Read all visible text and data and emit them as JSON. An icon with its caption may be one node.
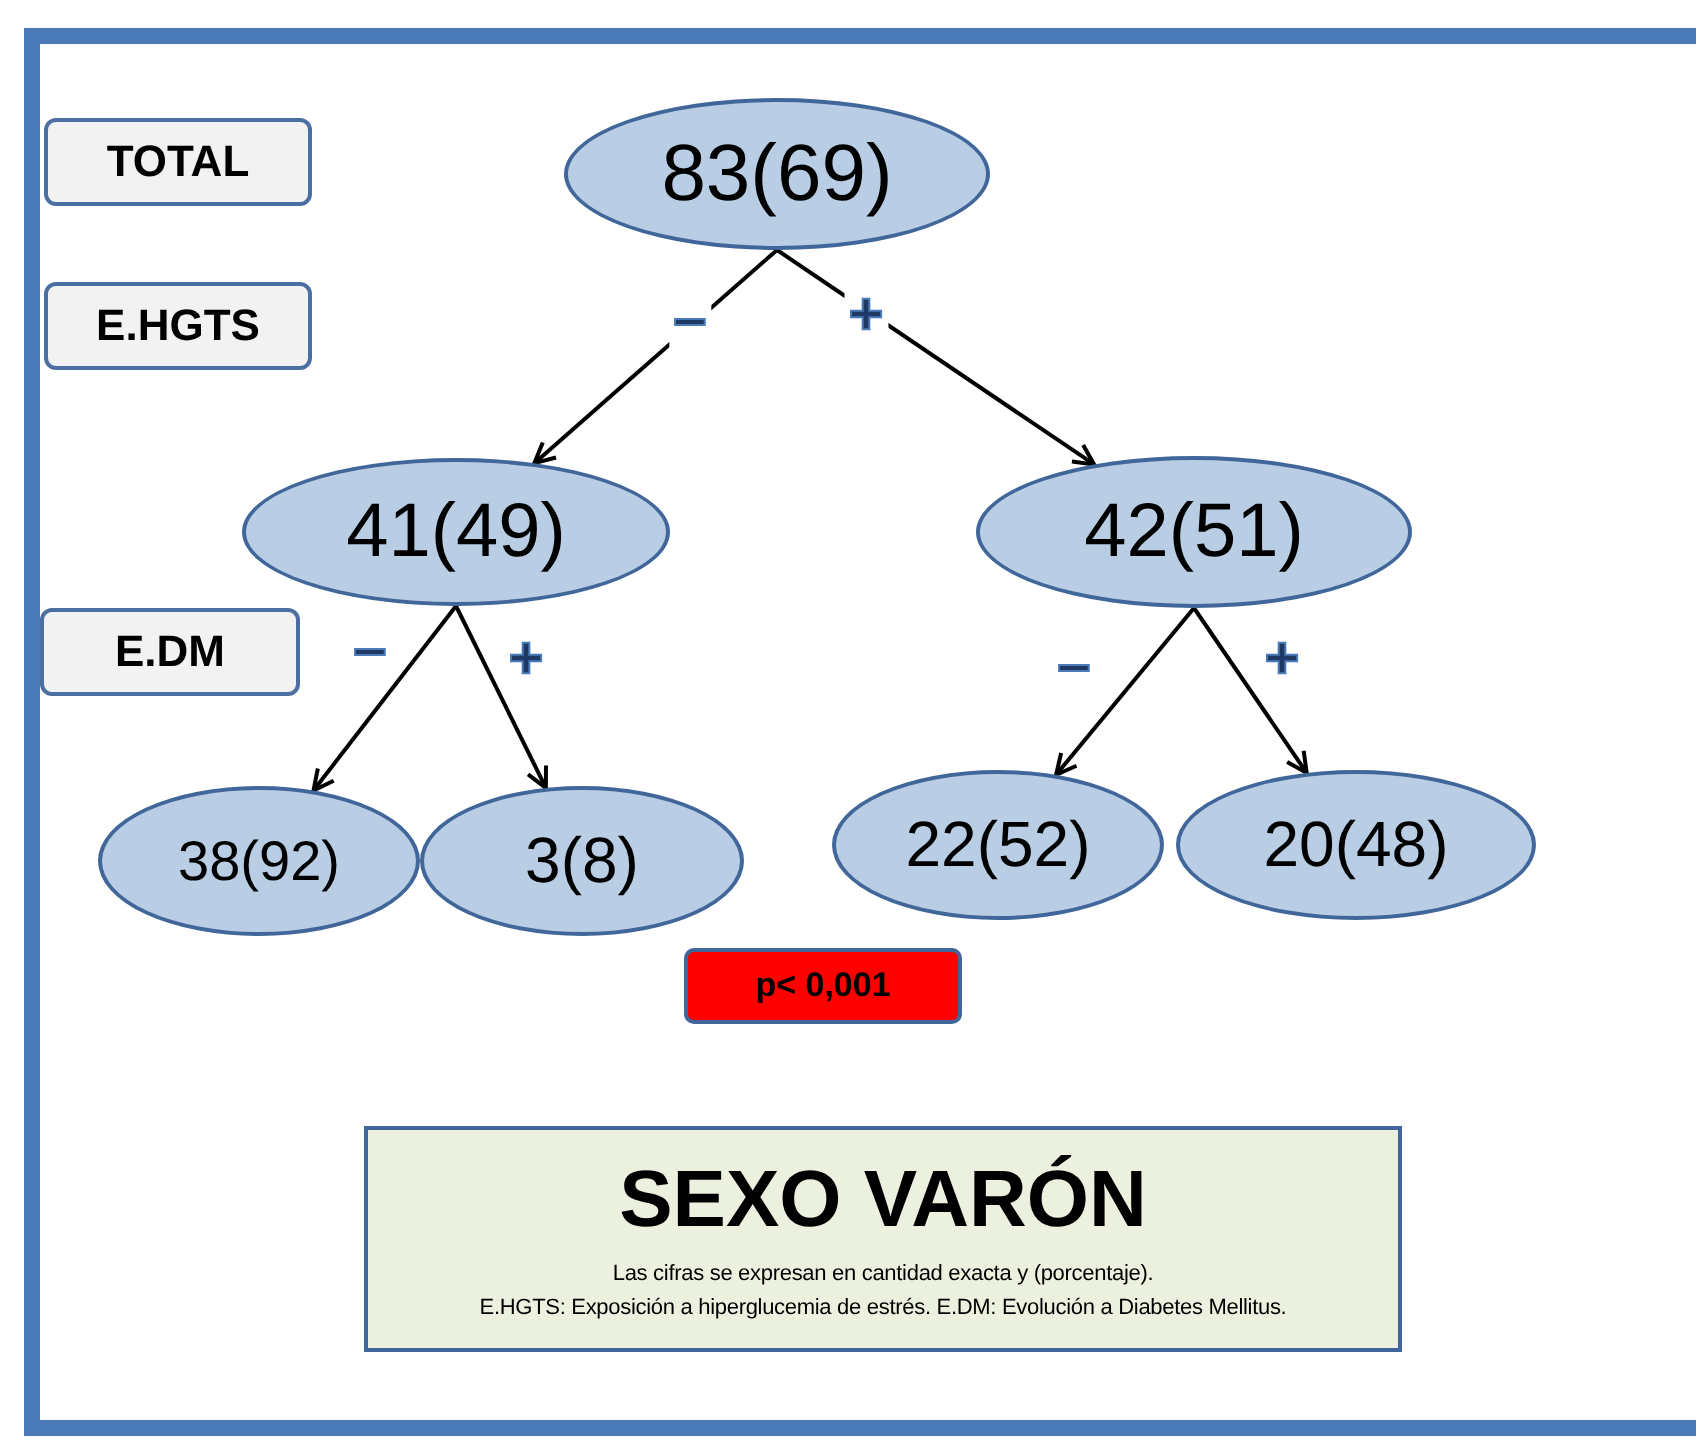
{
  "diagram": {
    "nodes": [
      {
        "text": [
          "TOTAL"
        ]
      },
      {
        "text": [
          "83(69)"
        ]
      },
      {
        "text": [
          "E.HGTS"
        ]
      },
      {
        "text": [
          "41(49)"
        ]
      },
      {
        "text": [
          "42(51)"
        ]
      },
      {
        "text": [
          "E.DM"
        ]
      },
      {
        "text": [
          "38(92)"
        ]
      },
      {
        "text": [
          "3(8)"
        ]
      },
      {
        "text": [
          "22(52)"
        ]
      },
      {
        "text": [
          "20(48)"
        ]
      },
      {
        "text": [
          "p< 0,001"
        ]
      },
      {
        "text": [
          "SEXO VARÓN",
          "Las cifras se expresan en cantidad exacta y (porcentaje).",
          "E.HGTS: Exposición a hiperglucemia de estrés. E.DM: Evolución a Diabetes Mellitus."
        ]
      }
    ],
    "edges": [
      {
        "from": 1,
        "to": 3,
        "arrow": "to",
        "label": "–"
      },
      {
        "from": 1,
        "to": 4,
        "arrow": "to",
        "label": "+"
      },
      {
        "from": 3,
        "to": 6,
        "arrow": "to",
        "label": "–"
      },
      {
        "from": 3,
        "to": 7,
        "arrow": "to",
        "label": "+"
      },
      {
        "from": 4,
        "to": 8,
        "arrow": "to",
        "label": "–"
      },
      {
        "from": 4,
        "to": 9,
        "arrow": "to",
        "label": "+"
      }
    ]
  }
}
